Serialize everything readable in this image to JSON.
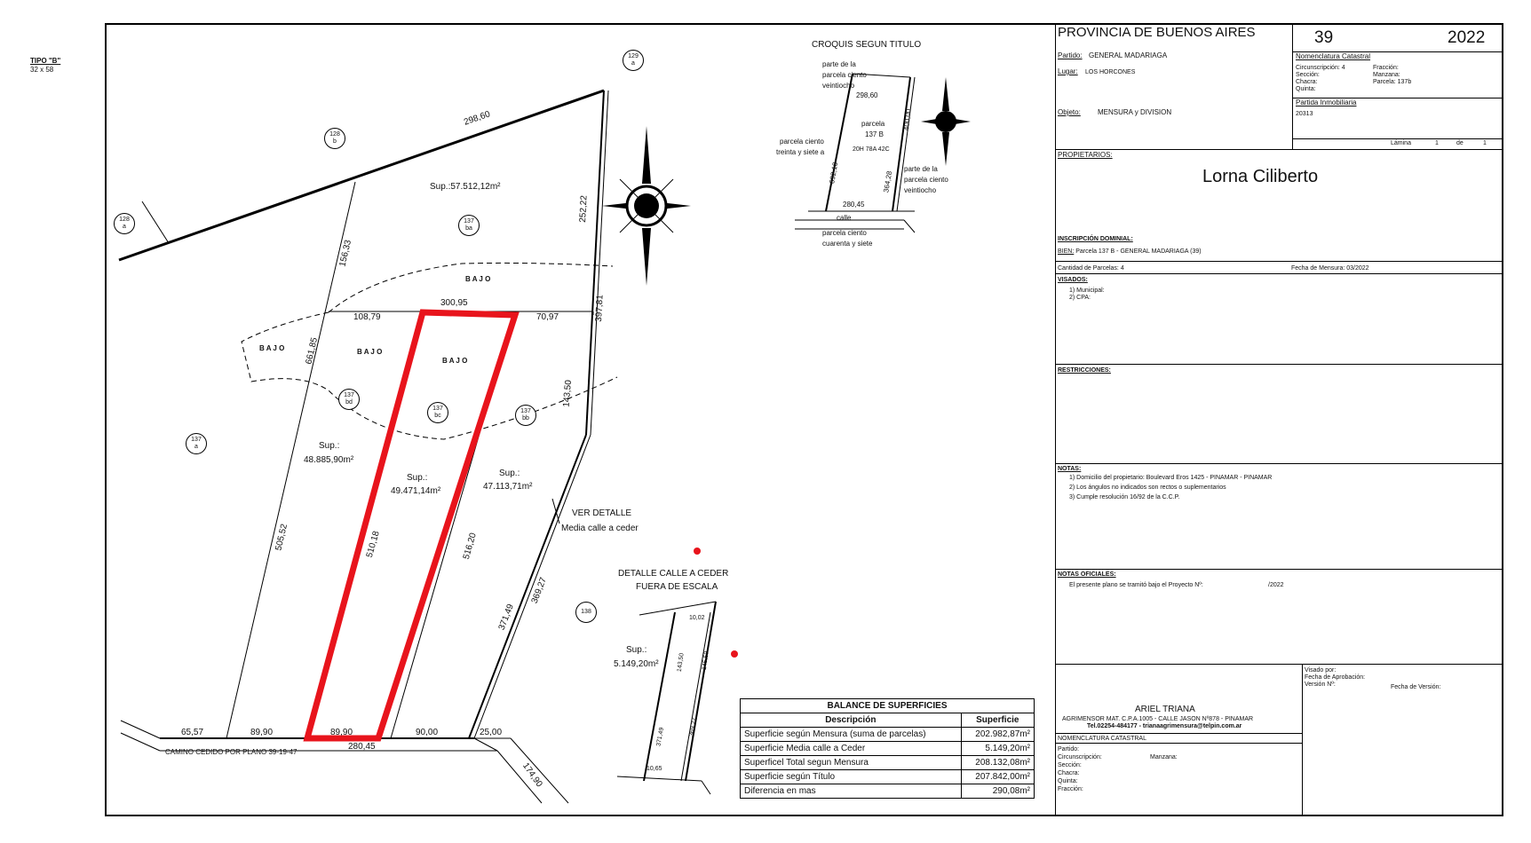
{
  "corner": {
    "tipo": "TIPO \"B\"",
    "size": "32 x 58"
  },
  "title_block": {
    "province": "PROVINCIA DE BUENOS AIRES",
    "plan_number_left": "39",
    "plan_number_right": "2022",
    "partido_label": "Partido:",
    "partido_value": "GENERAL MADARIAGA",
    "lugar_label": "Lugar:",
    "lugar_value": "LOS HORCONES",
    "objeto_label": "Objeto:",
    "objeto_value": "MENSURA y DIVISION",
    "nomenclatura_title": "Nomenclatura Catastral",
    "nomenclatura": [
      {
        "label": "Circunscripción:",
        "value": "4"
      },
      {
        "label": "Sección:",
        "value": ""
      },
      {
        "label": "Chacra:",
        "value": ""
      },
      {
        "label": "Quinta:",
        "value": ""
      }
    ],
    "nomenclatura_right": [
      {
        "label": "Fracción:",
        "value": ""
      },
      {
        "label": "Manzana:",
        "value": ""
      },
      {
        "label": "Parcela:",
        "value": "137b"
      }
    ],
    "partida_title": "Partida Inmobiliaria",
    "partida_value": "20313",
    "lamina_label": "Lámina",
    "lamina_value": "1",
    "de_label": "de",
    "de_value": "1",
    "propietarios_label": "PROPIETARIOS:",
    "owner": "Lorna Ciliberto",
    "inscripcion_label": "INSCRIPCIÓN DOMINIAL:",
    "bien_label": "BIEN:",
    "bien_value": "Parcela 137 B - GENERAL MADARIAGA (39)",
    "cant_parcelas": "Cantidad de Parcelas:",
    "cant_parcelas_value": "4",
    "fecha_mensura": "Fecha de Mensura: 03/2022",
    "visados_label": "VISADOS:",
    "visados": [
      "1) Municipal:",
      "2) CPA:"
    ],
    "restricciones_label": "RESTRICCIONES:",
    "notas_label": "NOTAS:",
    "notas": [
      "1) Domicilio del propietario: Boulevard Eros 1425 - PINAMAR - PINAMAR",
      "2) Los ángulos no indicados son rectos o suplementarios",
      "3) Cumple resolución 16/92 de la C.C.P."
    ],
    "notas_oficiales_label": "NOTAS OFICIALES:",
    "notas_oficiales_text": "El presente plano se tramitó bajo el Proyecto Nº:",
    "notas_oficiales_year": "/2022",
    "surveyor_name": "ARIEL TRIANA",
    "surveyor_line1": "AGRIMENSOR MAT. C.P.A.1005 - CALLE JASON Nº878 - PINAMAR",
    "surveyor_line2": "Tel.02254-484177 - trianaagrimensura@telpin.com.ar",
    "visado_por": [
      "Visado por:",
      "Fecha de Aprobación:",
      "Versión Nº:"
    ],
    "fecha_version": "Fecha de Versión:",
    "nomenclatura_bottom_title": "NOMENCLATURA CATASTRAL",
    "nomenclatura_bottom": [
      "Partido:",
      "Circunscripción:",
      "Sección:",
      "Chacra:",
      "Quinta:",
      "Fracción:"
    ],
    "manzana_bottom": "Manzana:"
  },
  "plan": {
    "parcels": [
      {
        "id": "129a",
        "l1": "129",
        "l2": "a"
      },
      {
        "id": "128b",
        "l1": "128",
        "l2": "b"
      },
      {
        "id": "128a",
        "l1": "128",
        "l2": "a"
      },
      {
        "id": "137ba",
        "l1": "137",
        "l2": "ba"
      },
      {
        "id": "137bd",
        "l1": "137",
        "l2": "bd"
      },
      {
        "id": "137bc",
        "l1": "137",
        "l2": "bc"
      },
      {
        "id": "137bb",
        "l1": "137",
        "l2": "bb"
      },
      {
        "id": "137a",
        "l1": "137",
        "l2": "a"
      },
      {
        "id": "138",
        "l1": "138",
        "l2": ""
      }
    ],
    "sup_top": "Sup.:57.512,12m²",
    "sup_left_1": "Sup.:",
    "sup_left_2": "48.885,90m²",
    "sup_mid_1": "Sup.:",
    "sup_mid_2": "49.471,14m²",
    "sup_right_1": "Sup.:",
    "sup_right_2": "47.113,71m²",
    "dims": {
      "d29860": "298,60",
      "d15633": "156,33",
      "d25222": "252,22",
      "d39781": "397,81",
      "d30095": "300,95",
      "d10879": "108,79",
      "d7097": "70,97",
      "d66185": "661,85",
      "d14350": "143,50",
      "d50552": "505,52",
      "d51018": "510,18",
      "d51620": "516,20",
      "d37149": "371,49",
      "d36927": "369,27",
      "d6557": "65,57",
      "d8990a": "89,90",
      "d8990b": "89,90",
      "d9000": "90,00",
      "d2500": "25,00",
      "d28045": "280,45",
      "d17490": "174,90"
    },
    "bajo": [
      "B A J O",
      "B A J O",
      "B A J O",
      "B A J O"
    ],
    "camino": "CAMINO CEDIDO POR PLANO 39-19-47",
    "ver_detalle_1": "VER DETALLE",
    "ver_detalle_2": "Media calle a ceder"
  },
  "croquis": {
    "title": "CROQUIS SEGUN TITULO",
    "parte_top_1": "parte de la",
    "parte_top_2": "parcela ciento",
    "parte_top_3": "veintiocho",
    "d29860": "298,60",
    "d40000": "400,00",
    "center_1": "parcela",
    "center_2": "137 B",
    "center_3": "20H 78A 42C",
    "left_1": "parcela ciento",
    "left_2": "treinta y siete a",
    "d69210": "692,10",
    "d36428": "364,28",
    "right_1": "parte de la",
    "right_2": "parcela ciento",
    "right_3": "veintiocho",
    "d28045": "280,45",
    "calle": "calle",
    "bottom_1": "parcela ciento",
    "bottom_2": "cuarenta y siete"
  },
  "detalle": {
    "title_1": "DETALLE CALLE A CEDER",
    "title_2": "FUERA DE ESCALA",
    "sup_1": "Sup.:",
    "sup_2": "5.149,20m²",
    "d1002": "10,02",
    "d14350": "143,50",
    "d14559": "145,59",
    "d37149": "371,49",
    "d36927": "369,27",
    "d1065": "10,65"
  },
  "balance": {
    "title": "BALANCE DE SUPERFICIES",
    "col_desc": "Descripción",
    "col_sup": "Superficie",
    "rows": [
      {
        "desc": "Superficie según Mensura (suma de parcelas)",
        "sup": "202.982,87m²"
      },
      {
        "desc": "Superficie Media calle a Ceder",
        "sup": "5.149,20m²"
      },
      {
        "desc": "Superficel Total segun Mensura",
        "sup": "208.132,08m²"
      },
      {
        "desc": "Superficie según Título",
        "sup": "207.842,00m²"
      },
      {
        "desc": "Diferencia en mas",
        "sup": "290,08m²"
      }
    ]
  },
  "colors": {
    "highlight": "#e8141c",
    "line": "#000000"
  }
}
